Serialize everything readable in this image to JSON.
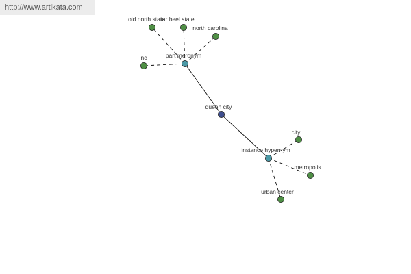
{
  "watermark": {
    "text": "http://www.artikata.com"
  },
  "colors": {
    "center_node": "#3f4f8f",
    "relation_node": "#4b99a6",
    "leaf_node": "#4f8f45",
    "node_stroke": "#222222",
    "edge": "#111111",
    "label": "#333333"
  },
  "graph": {
    "center": {
      "label": "queen city"
    },
    "relations": [
      {
        "label": "part meronym",
        "leaves": [
          {
            "label": "old north state"
          },
          {
            "label": "tar heel state"
          },
          {
            "label": "north carolina"
          },
          {
            "label": "nc"
          }
        ]
      },
      {
        "label": "instance hypernym",
        "leaves": [
          {
            "label": "city"
          },
          {
            "label": "metropolis"
          },
          {
            "label": "urban center"
          }
        ]
      }
    ]
  }
}
